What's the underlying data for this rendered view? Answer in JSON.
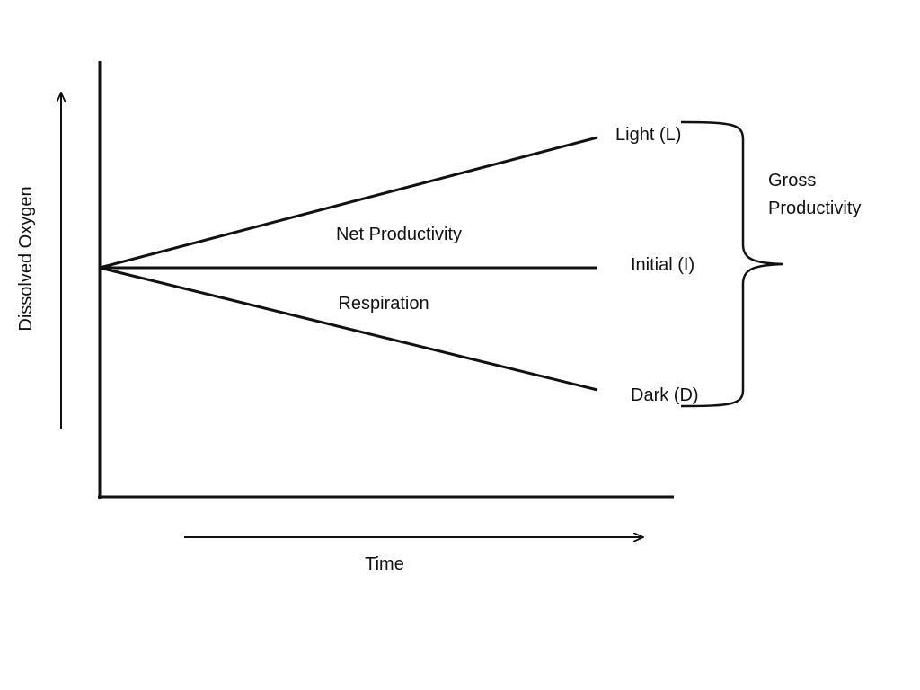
{
  "axes": {
    "y_label": "Dissolved Oxygen",
    "x_label": "Time"
  },
  "lines": {
    "light": "Light (L)",
    "initial": "Initial (I)",
    "dark": "Dark (D)"
  },
  "regions": {
    "net": "Net Productivity",
    "respiration": "Respiration"
  },
  "bracket": {
    "line1": "Gross",
    "line2": "Productivity"
  }
}
